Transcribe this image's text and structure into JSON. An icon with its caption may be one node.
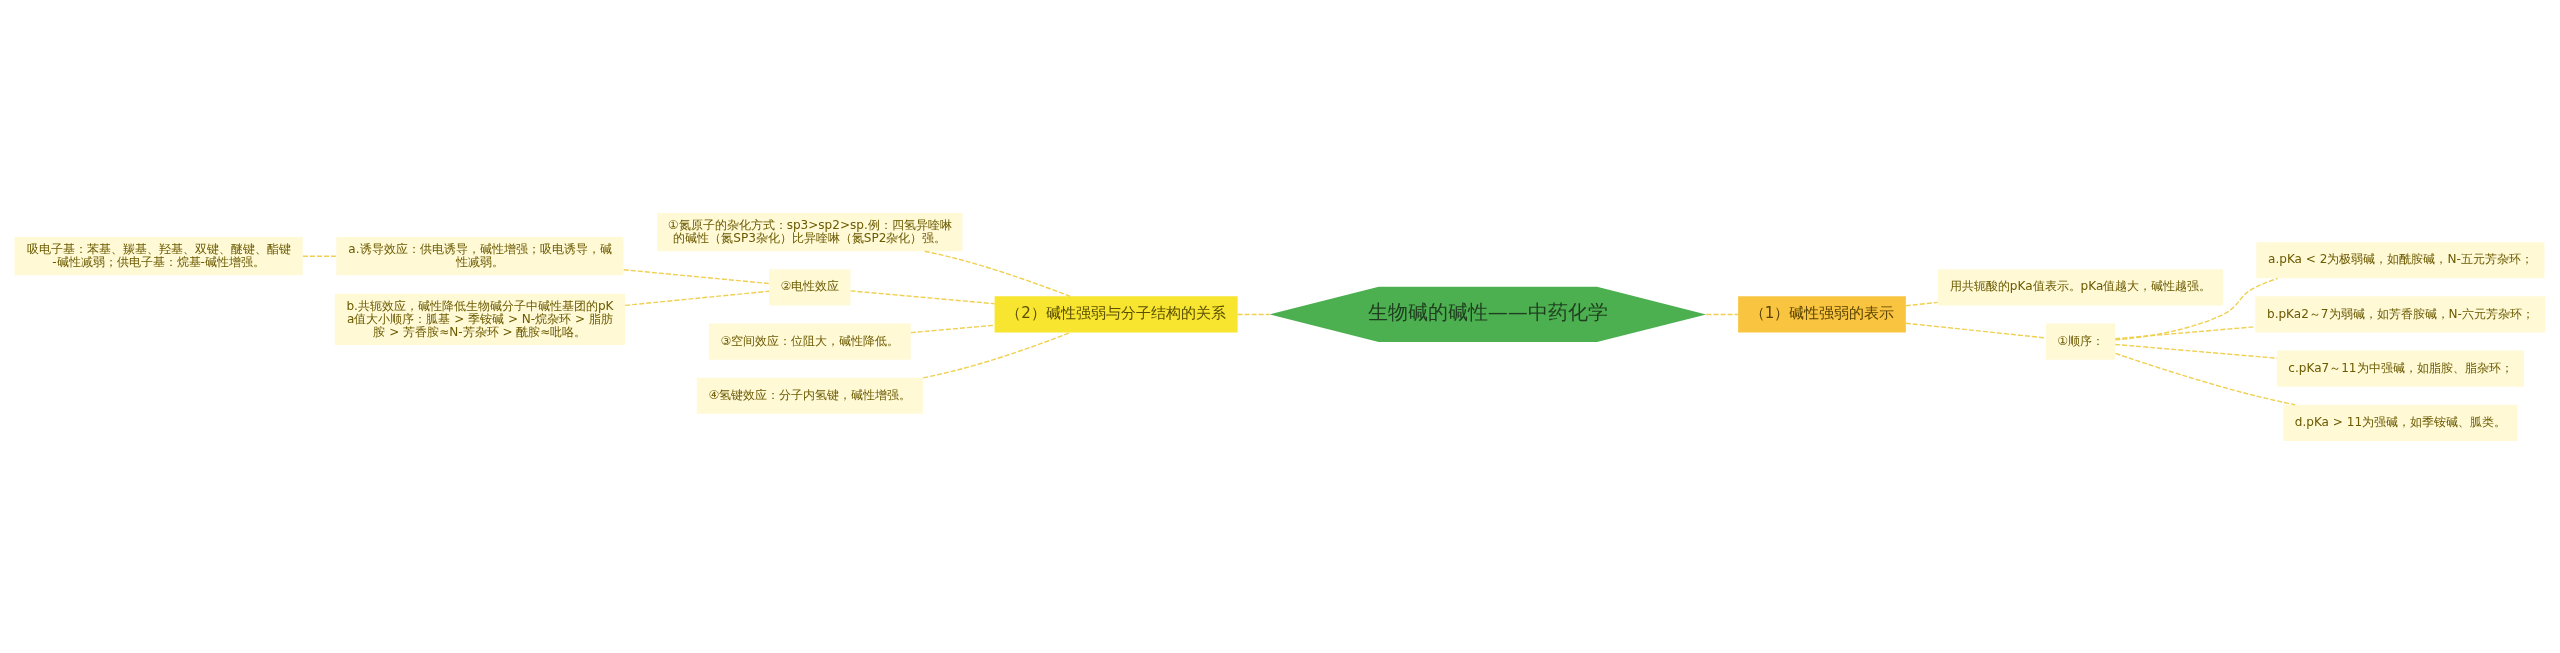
{
  "diagram": {
    "nodes": [
      {
        "text": [
          "生物碱的碱性——中药化学"
        ]
      },
      {
        "text": [
          "（1）碱性强弱的表示"
        ]
      },
      {
        "text": [
          "用共轭酸的pKa值表示。pKa值越大，碱性越强。"
        ]
      },
      {
        "text": [
          "①顺序："
        ]
      },
      {
        "text": [
          "a.pKa < 2为极弱碱，如酰胺碱，N-五元芳杂环；"
        ]
      },
      {
        "text": [
          "b.pKa2～7为弱碱，如芳香胺碱，N-六元芳杂环；"
        ]
      },
      {
        "text": [
          "c.pKa7～11为中强碱，如脂胺、脂杂环；"
        ]
      },
      {
        "text": [
          "d.pKa > 11为强碱，如季铵碱、胍类。"
        ]
      },
      {
        "text": [
          "（2）碱性强弱与分子结构的关系"
        ]
      },
      {
        "text": [
          "①氮原子的杂化方式：sp3>sp2>sp.例：四氢异喹啉的碱性（氮SP3杂化）比异喹啉（氮SP2杂化）强。"
        ]
      },
      {
        "text": [
          "②电性效应"
        ]
      },
      {
        "text": [
          "a.诱导效应：供电诱导，碱性增强；吸电诱导，碱性减弱。"
        ]
      },
      {
        "text": [
          "吸电子基：苯基、羰基、羟基、双键、醚键、酯键-碱性减弱；供电子基：烷基-碱性增强。"
        ]
      },
      {
        "text": [
          "b.共轭效应，碱性降低生物碱分子中碱性基团的pKa值大小顺序：胍基 > 季铵碱 > N-烷杂环 > 脂肪胺 > 芳香胺≈N-芳杂环 > 酰胺≈吡咯。"
        ]
      },
      {
        "text": [
          "③空间效应：位阻大，碱性降低。"
        ]
      },
      {
        "text": [
          "④氢键效应：分子内氢键，碱性增强。"
        ]
      }
    ],
    "edges": [
      {
        "from": 0,
        "to": 1,
        "arrow": "none"
      },
      {
        "from": 1,
        "to": 2,
        "arrow": "none"
      },
      {
        "from": 1,
        "to": 3,
        "arrow": "none"
      },
      {
        "from": 3,
        "to": 4,
        "arrow": "none"
      },
      {
        "from": 3,
        "to": 5,
        "arrow": "none"
      },
      {
        "from": 3,
        "to": 6,
        "arrow": "none"
      },
      {
        "from": 3,
        "to": 7,
        "arrow": "none"
      },
      {
        "from": 0,
        "to": 8,
        "arrow": "none"
      },
      {
        "from": 8,
        "to": 9,
        "arrow": "none"
      },
      {
        "from": 8,
        "to": 10,
        "arrow": "none"
      },
      {
        "from": 10,
        "to": 11,
        "arrow": "none"
      },
      {
        "from": 11,
        "to": 12,
        "arrow": "none"
      },
      {
        "from": 10,
        "to": 13,
        "arrow": "none"
      },
      {
        "from": 8,
        "to": 14,
        "arrow": "none"
      },
      {
        "from": 8,
        "to": 15,
        "arrow": "none"
      }
    ]
  }
}
